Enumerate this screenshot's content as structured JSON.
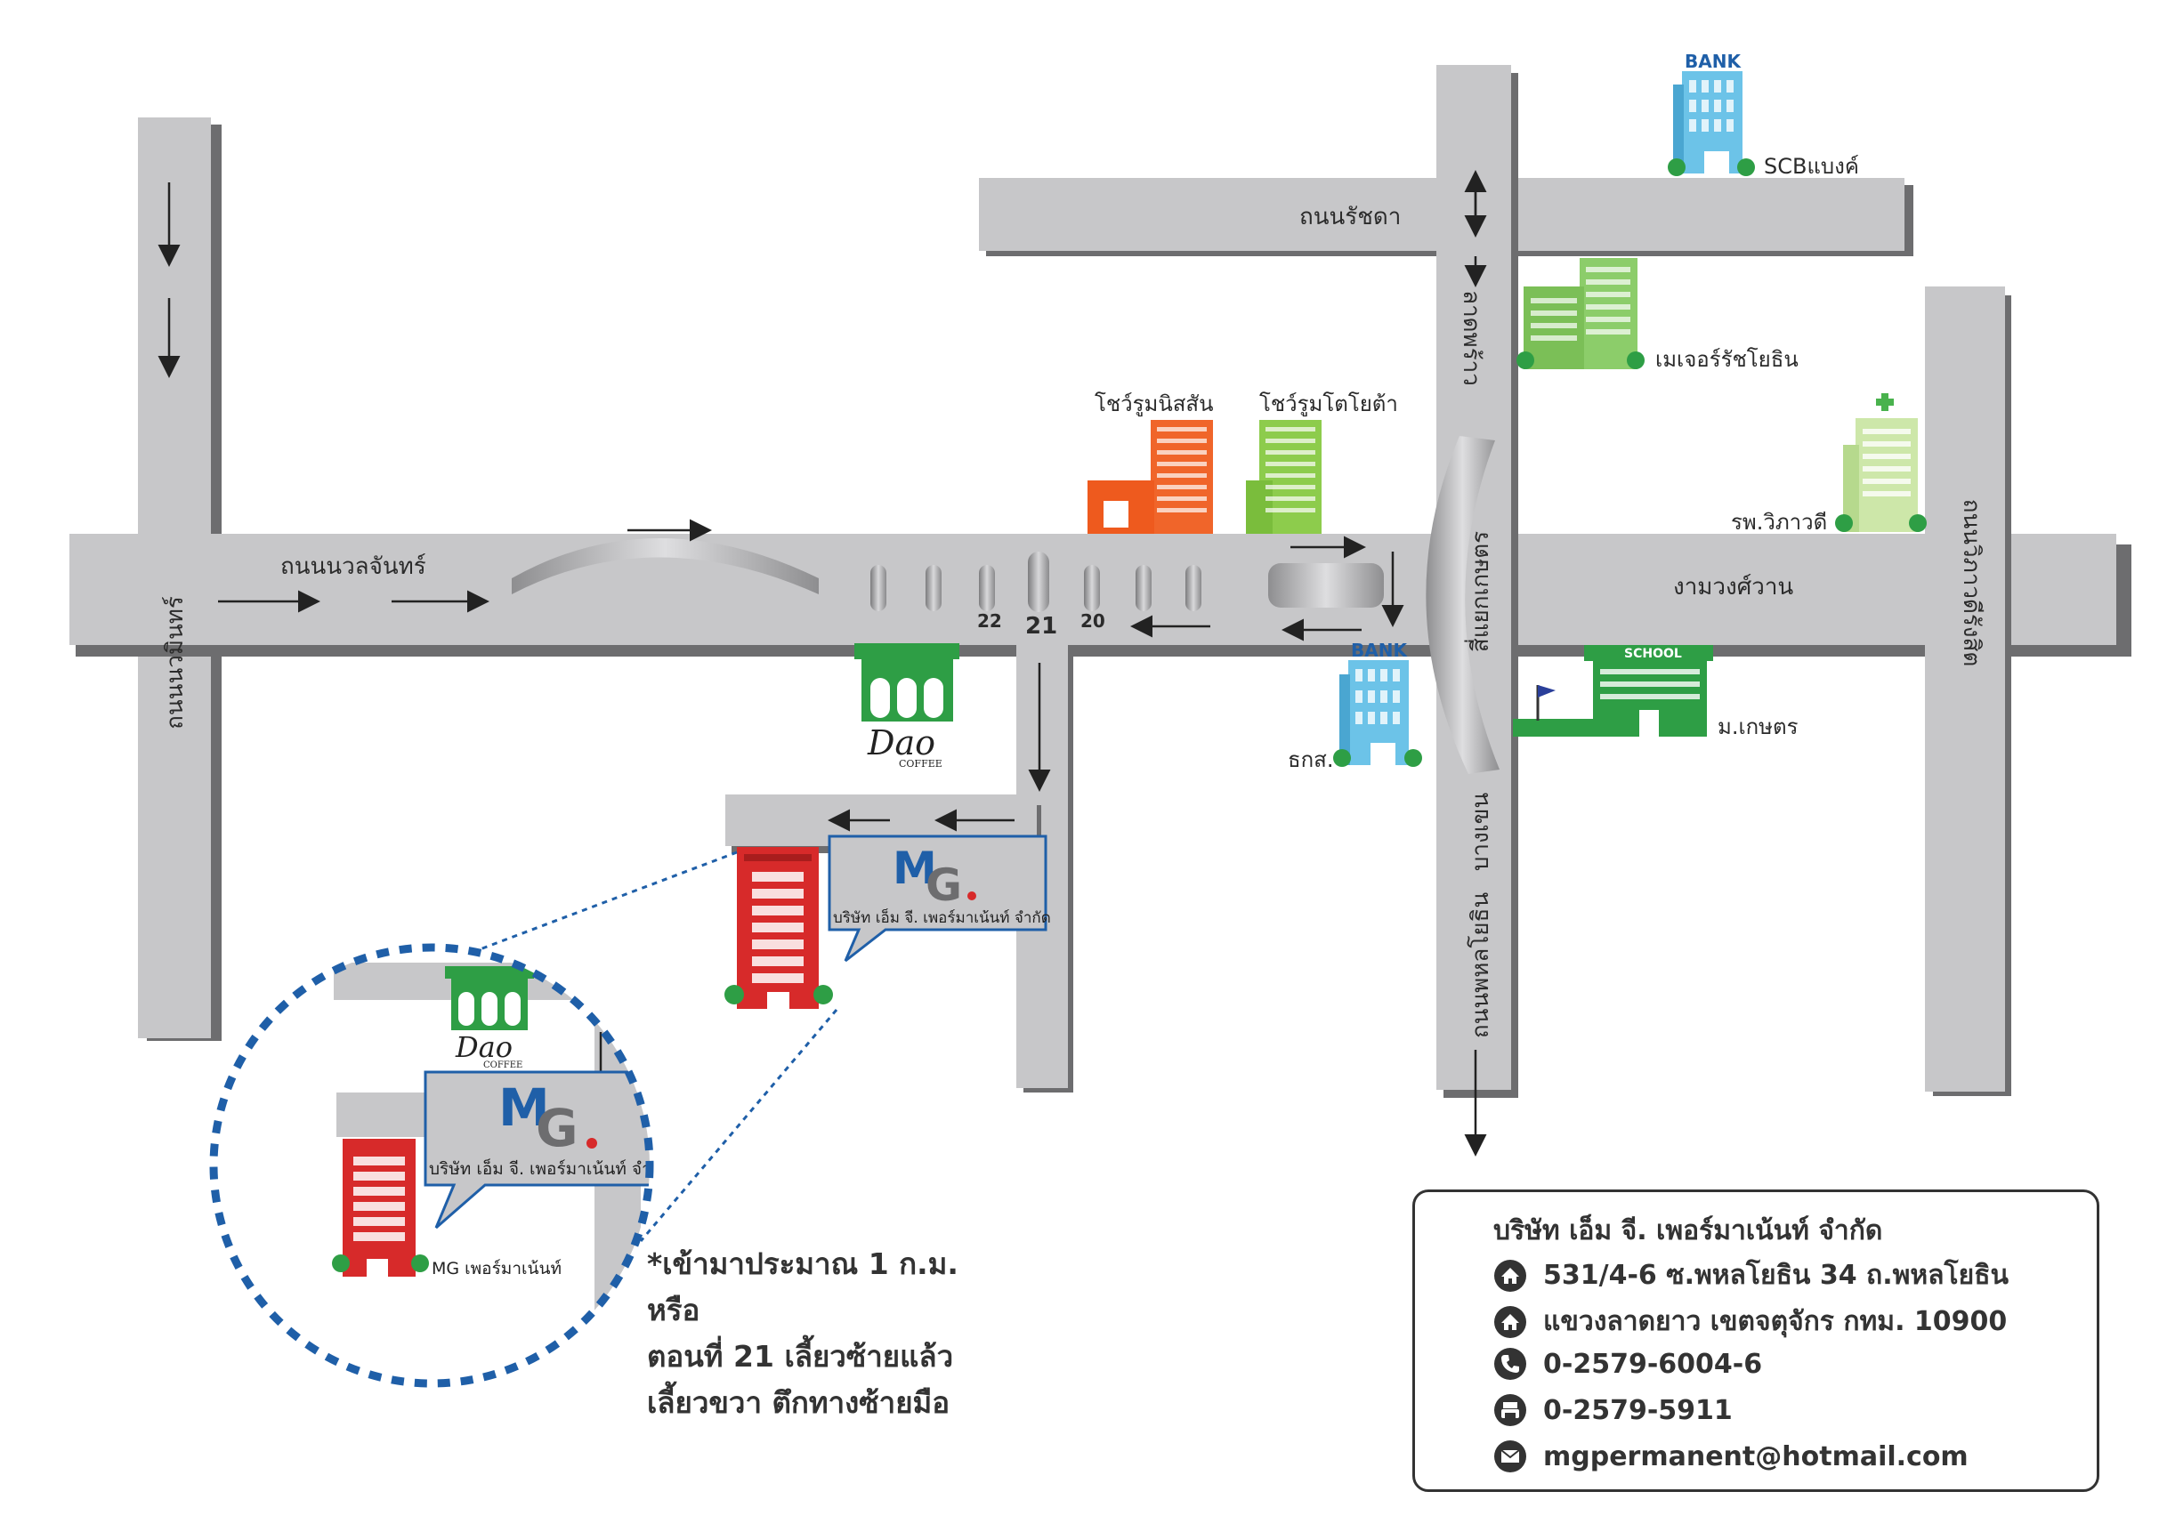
{
  "roads": {
    "nawamin": "ถนนนวมินทร์",
    "nuanchan": "ถนนนวลจันทร์",
    "ratchada": "ถนนรัชดา",
    "lat_phrao": "ลาดพร้าว",
    "kaset_intersection": "สี่แยกเกษตร",
    "ngam_wong_wan": "งามวงศ์วาน",
    "wiphawadi": "ถนนวิภาวดีรังสิต",
    "bang_khen": "บางเขน",
    "phahon_yothin": "ถนนพหลโยธิน"
  },
  "sois": {
    "soi22": "22",
    "soi21": "21",
    "soi20": "20"
  },
  "landmarks": {
    "scb_bank_sign": "BANK",
    "scb_label": "SCBแบงค์",
    "major_ratchayothin": "เมเจอร์รัชโยธิน",
    "nissan_showroom": "โชว์รูมนิสสัน",
    "toyota_showroom": "โชว์รูมโตโยต้า",
    "vibhavadi_hospital": "รพ.วิภาวดี",
    "baac_bank_sign": "BANK",
    "baac_label": "ธกส.",
    "school_sign": "SCHOOL",
    "kasetsart_label": "ม.เกษตร",
    "dao_coffee": "Dao",
    "dao_coffee_sub": "COFFEE",
    "mg_building_label": "MG เพอร์มาเน้นท์"
  },
  "callout": {
    "logo_m": "M",
    "logo_g": "G",
    "company": "บริษัท เอ็ม จี. เพอร์มาเน้นท์ จำกัด"
  },
  "note": {
    "line1": "*เข้ามาประมาณ 1 ก.ม. หรือ",
    "line2": "ตอนที่ 21 เลี้ยวซ้ายแล้ว",
    "line3": "เลี้ยวขวา ตึกทางซ้ายมือ"
  },
  "contact": {
    "company": "บริษัท เอ็ม จี. เพอร์มาเน้นท์ จำกัด",
    "address1": "531/4-6 ซ.พหลโยธิน 34 ถ.พหลโยธิน",
    "address2": "แขวงลาดยาว เขตจตุจักร กทม. 10900",
    "phone": "0-2579-6004-6",
    "fax": "0-2579-5911",
    "email": "mgpermanent@hotmail.com"
  },
  "colors": {
    "road": "#c7c7c9",
    "accent_blue": "#1f5fa8",
    "mg_red": "#d72a2a",
    "green": "#2e9e45"
  }
}
